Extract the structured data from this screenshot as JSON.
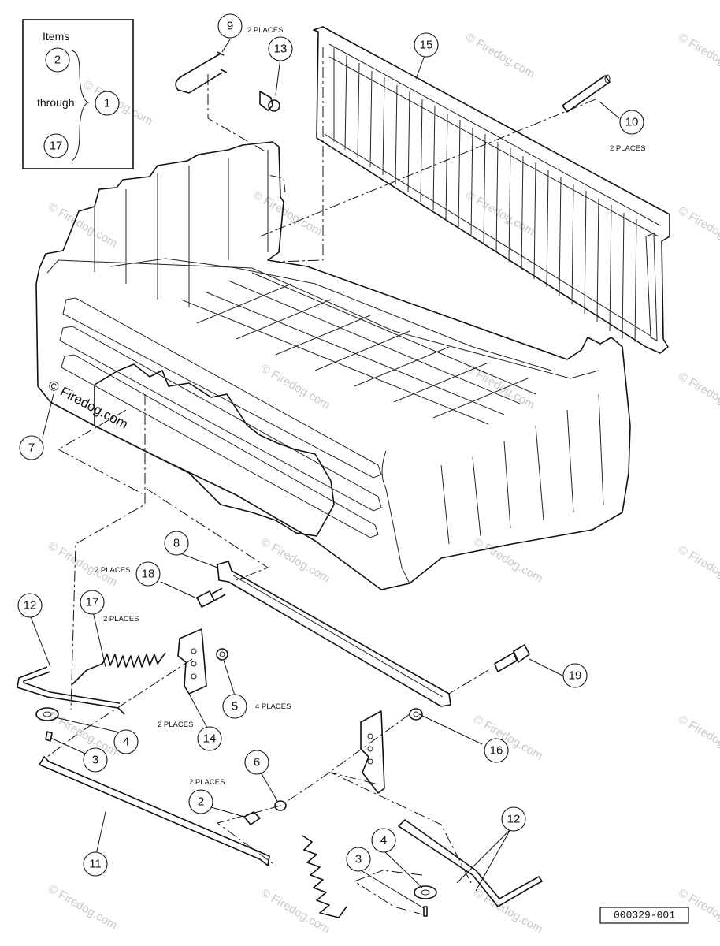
{
  "legend": {
    "heading": "Items",
    "range_start": "2",
    "connector": "through",
    "range_end": "17",
    "assembly": "1"
  },
  "callouts": [
    {
      "id": "c9",
      "label": "9"
    },
    {
      "id": "c13",
      "label": "13"
    },
    {
      "id": "c15",
      "label": "15"
    },
    {
      "id": "c10",
      "label": "10"
    },
    {
      "id": "c7",
      "label": "7"
    },
    {
      "id": "c8",
      "label": "8"
    },
    {
      "id": "c18",
      "label": "18"
    },
    {
      "id": "c12a",
      "label": "12"
    },
    {
      "id": "c17",
      "label": "17"
    },
    {
      "id": "c5",
      "label": "5"
    },
    {
      "id": "c14",
      "label": "14"
    },
    {
      "id": "c4a",
      "label": "4"
    },
    {
      "id": "c3a",
      "label": "3"
    },
    {
      "id": "c19",
      "label": "19"
    },
    {
      "id": "c16",
      "label": "16"
    },
    {
      "id": "c6",
      "label": "6"
    },
    {
      "id": "c2",
      "label": "2"
    },
    {
      "id": "c11",
      "label": "11"
    },
    {
      "id": "c4b",
      "label": "4"
    },
    {
      "id": "c3b",
      "label": "3"
    },
    {
      "id": "c12b",
      "label": "12"
    }
  ],
  "notes": {
    "n9": "2 PLACES",
    "n10": "2 PLACES",
    "n18": "2 PLACES",
    "n17": "2 PLACES",
    "n5": "4 PLACES",
    "n14": "2 PLACES",
    "n2": "2 PLACES"
  },
  "watermark": {
    "main": "© Firedog.com",
    "faint": "© Firedog.com"
  },
  "drawing_number": "000329-001"
}
